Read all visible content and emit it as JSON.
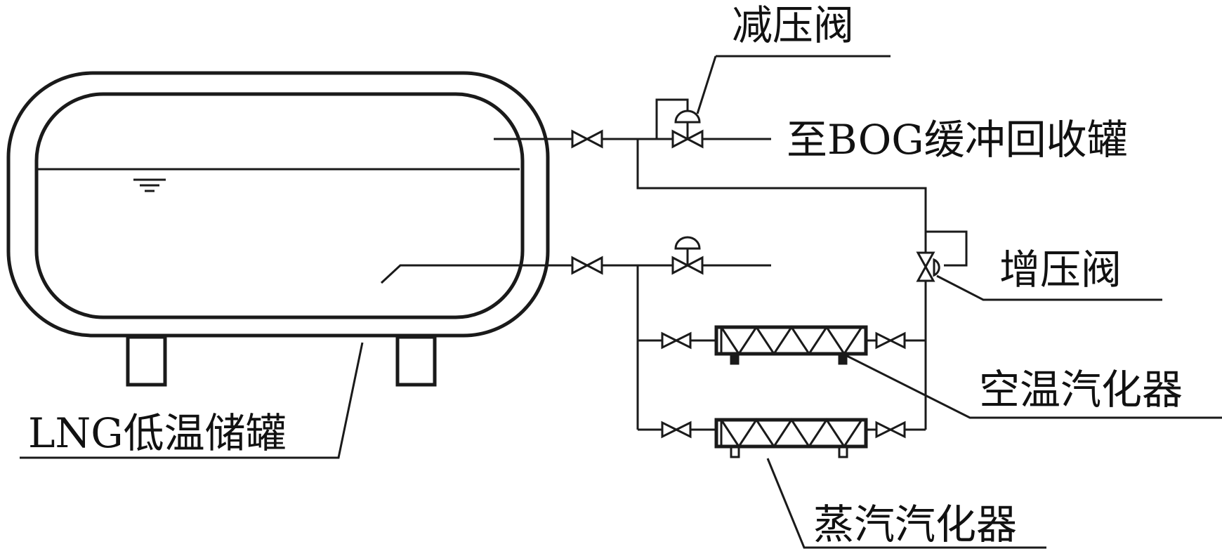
{
  "labels": {
    "pressure_reducing_valve": "减压阀",
    "to_bog_tank": "至BOG缓冲回收罐",
    "pressure_boost_valve": "增压阀",
    "ambient_vaporizer": "空温汽化器",
    "lng_tank": "LNG低温储罐",
    "steam_vaporizer": "蒸汽汽化器"
  },
  "colors": {
    "line": "#1a1a1a",
    "background": "#ffffff"
  }
}
